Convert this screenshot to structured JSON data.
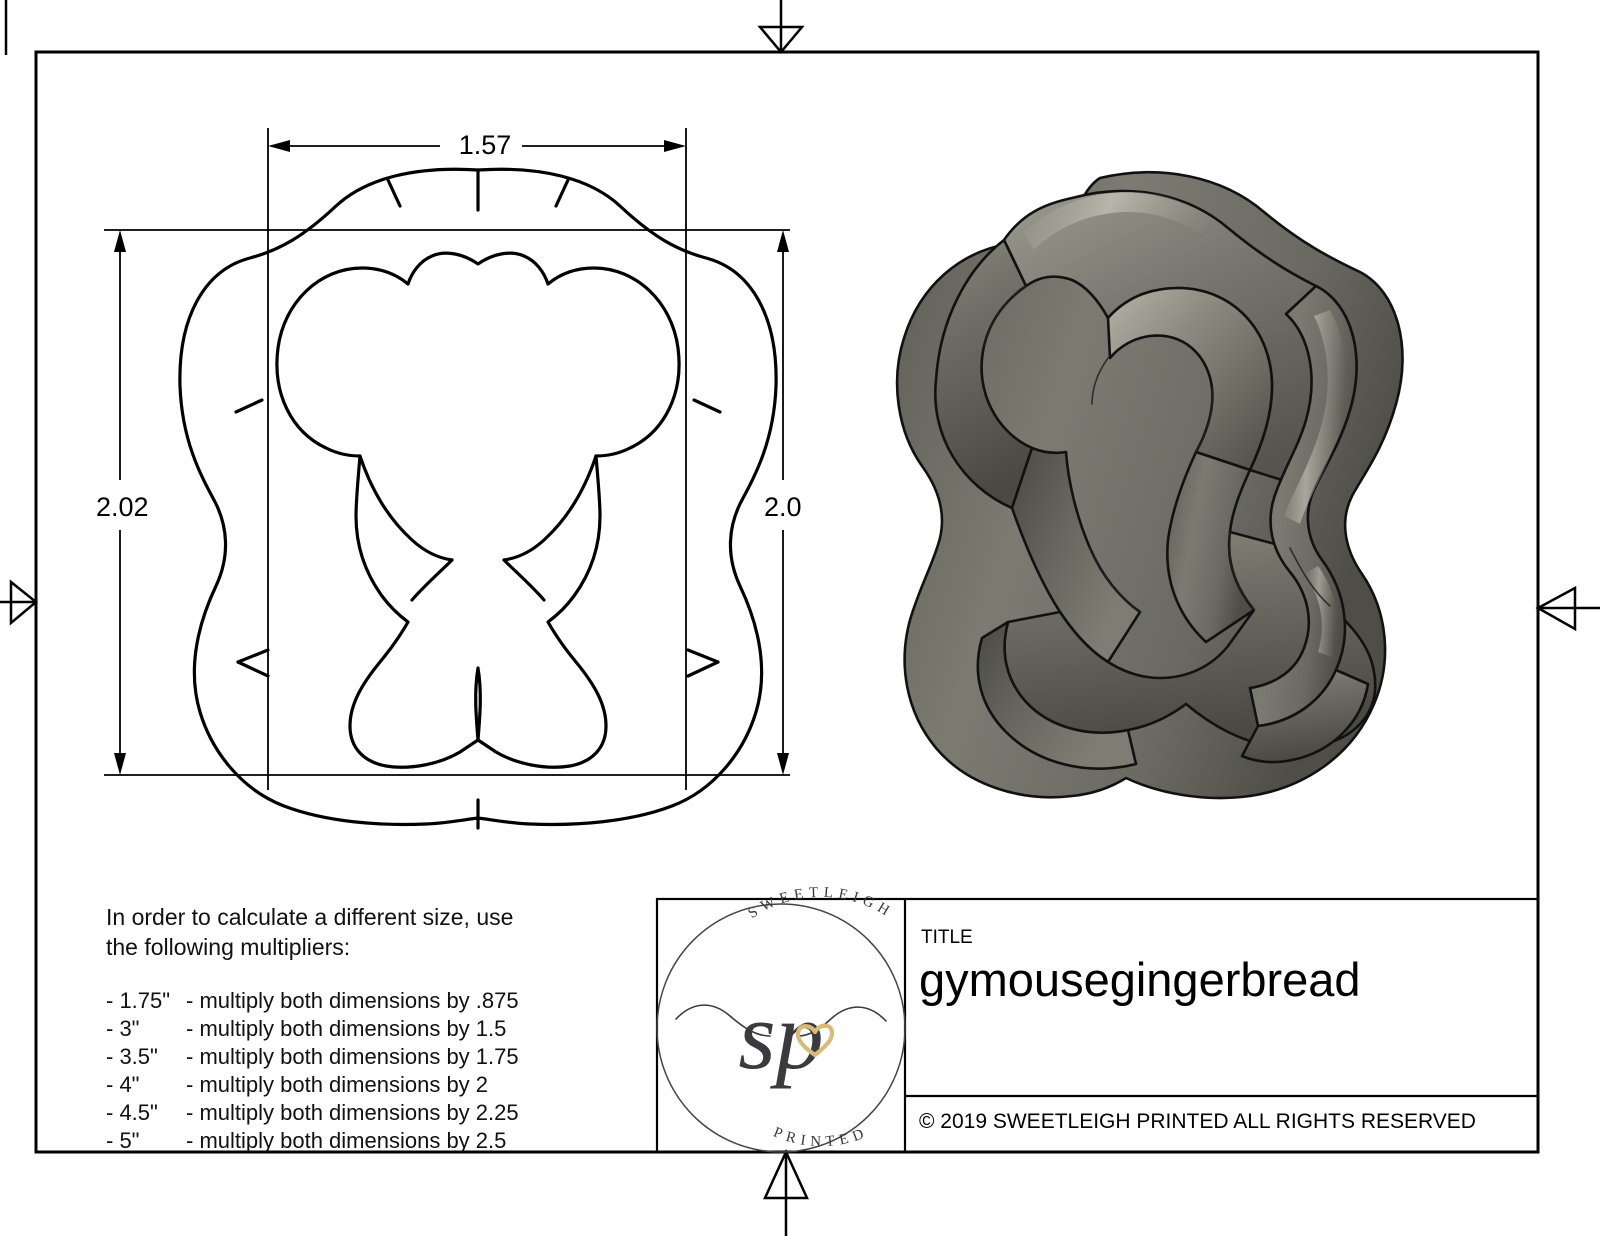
{
  "document": {
    "type": "engineering-drawing",
    "sheet_width": 1600,
    "sheet_height": 1236,
    "background_color": "#ffffff",
    "line_color": "#000000"
  },
  "dimensions": {
    "width_label": "1.57",
    "height_left_label": "2.02",
    "height_right_label": "2.0",
    "units": "inches"
  },
  "notes": {
    "intro_line1": "In order to calculate a different size, use",
    "intro_line2": "the following multipliers:",
    "multipliers": [
      {
        "size": "- 1.75\"",
        "text": "- multiply both dimensions by .875"
      },
      {
        "size": "- 3\"",
        "text": "- multiply both dimensions by 1.5"
      },
      {
        "size": "- 3.5\"",
        "text": "- multiply both dimensions by 1.75"
      },
      {
        "size": "- 4\"",
        "text": "- multiply both dimensions by 2"
      },
      {
        "size": "- 4.5\"",
        "text": "- multiply both dimensions by 2.25"
      },
      {
        "size": "- 5\"",
        "text": "- multiply both dimensions by 2.5"
      }
    ]
  },
  "title_block": {
    "title_label": "TITLE",
    "title_value": "gymousegingerbread",
    "copyright": "© 2019  SWEETLEIGH PRINTED  ALL RIGHTS RESERVED"
  },
  "logo": {
    "top_arc_text": "SWEETLEIGH",
    "bottom_arc_text": "PRINTED",
    "monogram": "sp",
    "heart_color": "#d9bb79",
    "ink_color": "#3b3b3f"
  },
  "model_view": {
    "name": "isometric-3d-render",
    "body_color": "#6f6f64",
    "body_light": "#8e8e82",
    "body_dark": "#4c4c45",
    "outline_color": "#111111"
  },
  "registration_marks": {
    "top": "triangle-down",
    "bottom": "triangle-up",
    "left": "triangle-right",
    "right": "triangle-left"
  }
}
